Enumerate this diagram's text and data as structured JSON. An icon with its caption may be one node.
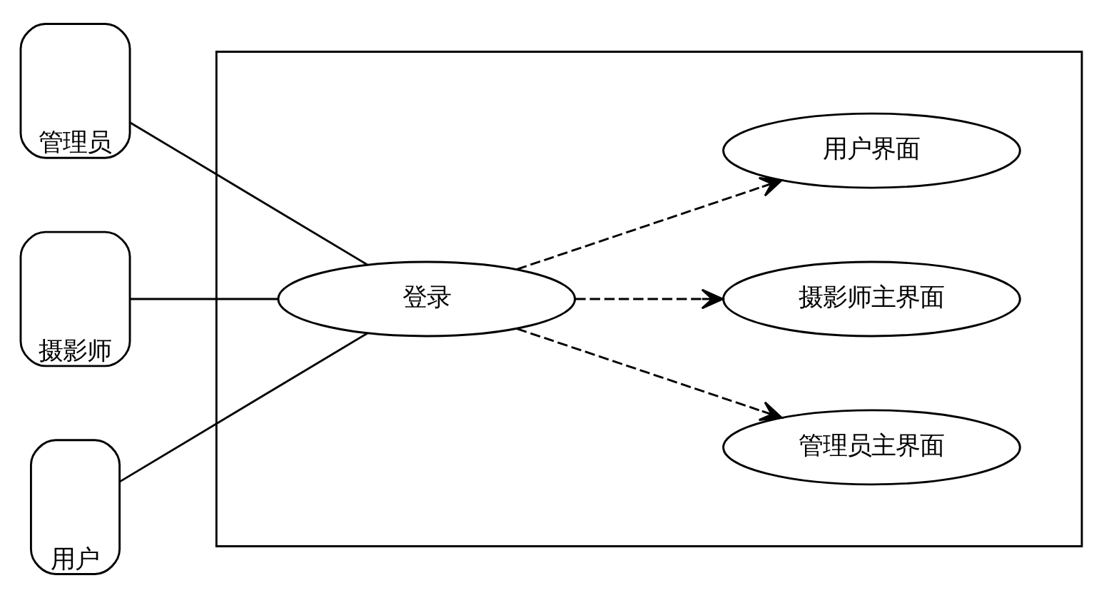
{
  "diagram": {
    "nodes": [
      {
        "text": [],
        "shape": "box"
      },
      {
        "text": [
          "管理员"
        ]
      },
      {
        "text": [
          "摄影师"
        ]
      },
      {
        "text": [
          "用户"
        ]
      },
      {
        "text": [
          "登录"
        ],
        "in": 0
      },
      {
        "text": [
          "管理员主界面"
        ],
        "in": 0
      },
      {
        "text": [
          "摄影师主界面"
        ],
        "in": 0
      },
      {
        "text": [
          "用户界面"
        ],
        "in": 0
      }
    ],
    "edges": [
      {
        "from": 1,
        "to": 4,
        "arrow": "none"
      },
      {
        "from": 2,
        "to": 4,
        "arrow": "none"
      },
      {
        "from": 3,
        "to": 4,
        "arrow": "none"
      },
      {
        "from": 4,
        "to": 5,
        "arrow": "to",
        "style": "dashed"
      },
      {
        "from": 4,
        "to": 6,
        "arrow": "to",
        "style": "dashed"
      },
      {
        "from": 4,
        "to": 7,
        "arrow": "to",
        "style": "dashed"
      }
    ]
  }
}
